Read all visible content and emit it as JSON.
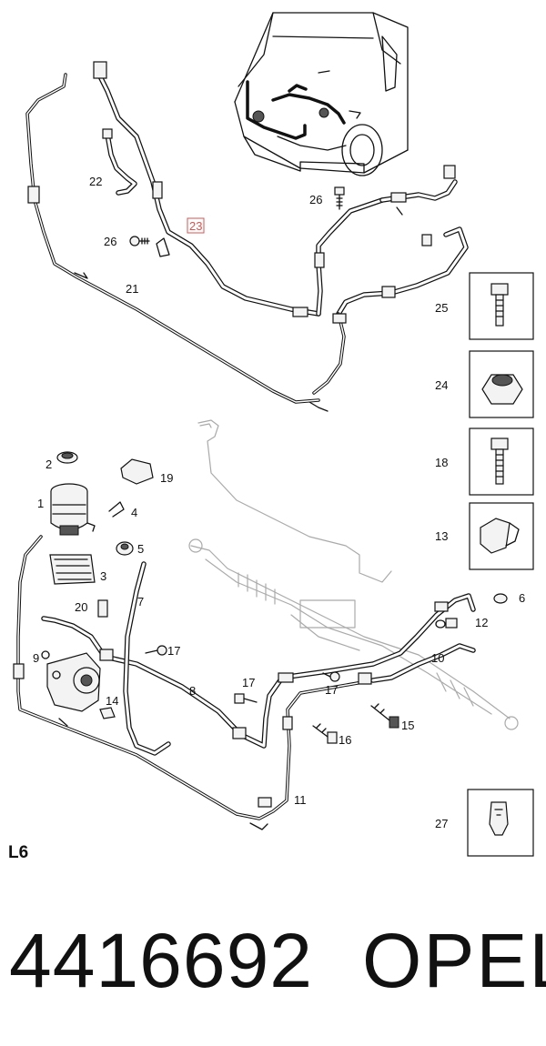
{
  "diagram": {
    "sheet_code": "L6",
    "part_number": "4416692",
    "brand": "OPEL",
    "callouts": [
      {
        "id": "c22",
        "text": "22"
      },
      {
        "id": "c23",
        "text": "23",
        "highlighted": true
      },
      {
        "id": "c26a",
        "text": "26"
      },
      {
        "id": "c26b",
        "text": "26"
      },
      {
        "id": "c21",
        "text": "21"
      },
      {
        "id": "c25",
        "text": "25"
      },
      {
        "id": "c24",
        "text": "24"
      },
      {
        "id": "c18",
        "text": "18"
      },
      {
        "id": "c13",
        "text": "13"
      },
      {
        "id": "c2",
        "text": "2"
      },
      {
        "id": "c19",
        "text": "19"
      },
      {
        "id": "c1",
        "text": "1"
      },
      {
        "id": "c4",
        "text": "4"
      },
      {
        "id": "c5",
        "text": "5"
      },
      {
        "id": "c3",
        "text": "3"
      },
      {
        "id": "c7",
        "text": "7"
      },
      {
        "id": "c6",
        "text": "6"
      },
      {
        "id": "c20",
        "text": "20"
      },
      {
        "id": "c12",
        "text": "12"
      },
      {
        "id": "c9",
        "text": "9"
      },
      {
        "id": "c17a",
        "text": "17"
      },
      {
        "id": "c10",
        "text": "10"
      },
      {
        "id": "c17b",
        "text": "17"
      },
      {
        "id": "c17c",
        "text": "17"
      },
      {
        "id": "c8",
        "text": "8"
      },
      {
        "id": "c14",
        "text": "14"
      },
      {
        "id": "c15",
        "text": "15"
      },
      {
        "id": "c16",
        "text": "16"
      },
      {
        "id": "c11",
        "text": "11"
      },
      {
        "id": "c27",
        "text": "27"
      }
    ],
    "highlight_color": "#d9534f"
  }
}
